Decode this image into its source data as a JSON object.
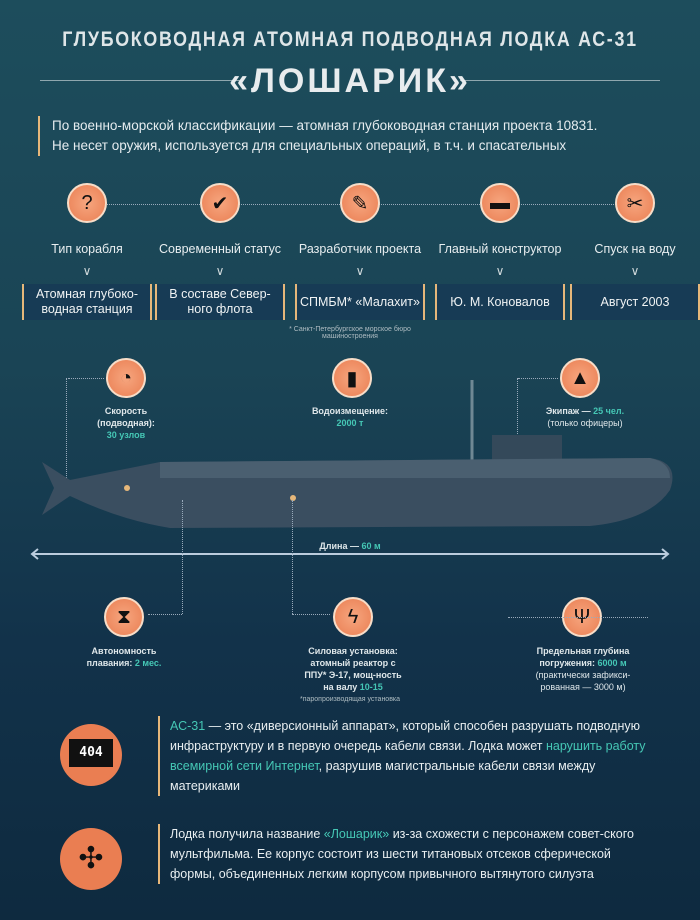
{
  "header": {
    "title": "ГЛУБОКОВОДНАЯ АТОМНАЯ ПОДВОДНАЯ ЛОДКА АС-31",
    "name": "«ЛОШАРИК»"
  },
  "intro": {
    "line1": "По военно-морской классификации — атомная глубоководная станция проекта 10831.",
    "line2": "Не несет оружия, используется для специальных операций, в т.ч. и спасательных"
  },
  "facts": [
    {
      "icon": "ship-question-icon",
      "label": "Тип корабля",
      "value": "Атомная глубоко-водная станция"
    },
    {
      "icon": "checkmark-icon",
      "label": "Современный статус",
      "value": "В составе Север-ного флота"
    },
    {
      "icon": "pencil-icon",
      "label": "Разработчик проекта",
      "value": "СПМБМ* «Малахит»"
    },
    {
      "icon": "brick-icon",
      "label": "Главный конструктор",
      "value": "Ю. М. Коновалов"
    },
    {
      "icon": "launch-icon",
      "label": "Спуск на воду",
      "value": "Август 2003"
    }
  ],
  "developer_footnote": "* Санкт-Петербургское морское бюро машиностроения",
  "specs": {
    "speed": {
      "icon": "speedometer-icon",
      "label": "Скорость (подводная):",
      "value": "30 узлов"
    },
    "displacement": {
      "icon": "measuring-jug-icon",
      "label": "Водоизмещение:",
      "value": "2000 т"
    },
    "crew": {
      "icon": "officer-cap-icon",
      "label": "Экипаж —",
      "value": "25 чел.",
      "note": "(только офицеры)"
    },
    "length": {
      "label": "Длина —",
      "value": "60 м"
    },
    "autonomy": {
      "icon": "hourglass-icon",
      "label": "Автономность плавания:",
      "value": "2 мес."
    },
    "power": {
      "icon": "battery-icon",
      "label": "Силовая установка: атомный реактор с ППУ* Э-17, мощ-ность на валу",
      "value": "10-15",
      "footnote": "*паропроизводящая установка"
    },
    "depth": {
      "icon": "coral-icon",
      "label": "Предельная глубина погружения:",
      "value": "6000 м",
      "note": "(практически зафикси-рованная — 3000 м)"
    }
  },
  "notes": [
    {
      "icon": "monitor-404-icon",
      "icon_text": "404",
      "p1": "АС-31",
      "p2": " — это «диверсионный аппарат», который способен разрушать подводную инфраструктуру и в первую очередь кабели связи.  Лодка может ",
      "p3": "нарушить работу всемирной сети Интернет",
      ", ": "",
      "p4": ", разрушив магистральные кабели связи между материками"
    },
    {
      "icon": "loshariki-toy-icon",
      "p1": "Лодка получила название ",
      "p2": "«Лошарик»",
      "p3": " из-за схожести с персонажем совет-ского мультфильма. Ее корпус состоит из шести титановых отсеков сферической формы, объединенных легким корпусом привычного вытянутого силуэта"
    }
  ],
  "colors": {
    "accent": "#ea7e52",
    "highlight": "#45c7b5",
    "frame": "#e6b77a"
  }
}
